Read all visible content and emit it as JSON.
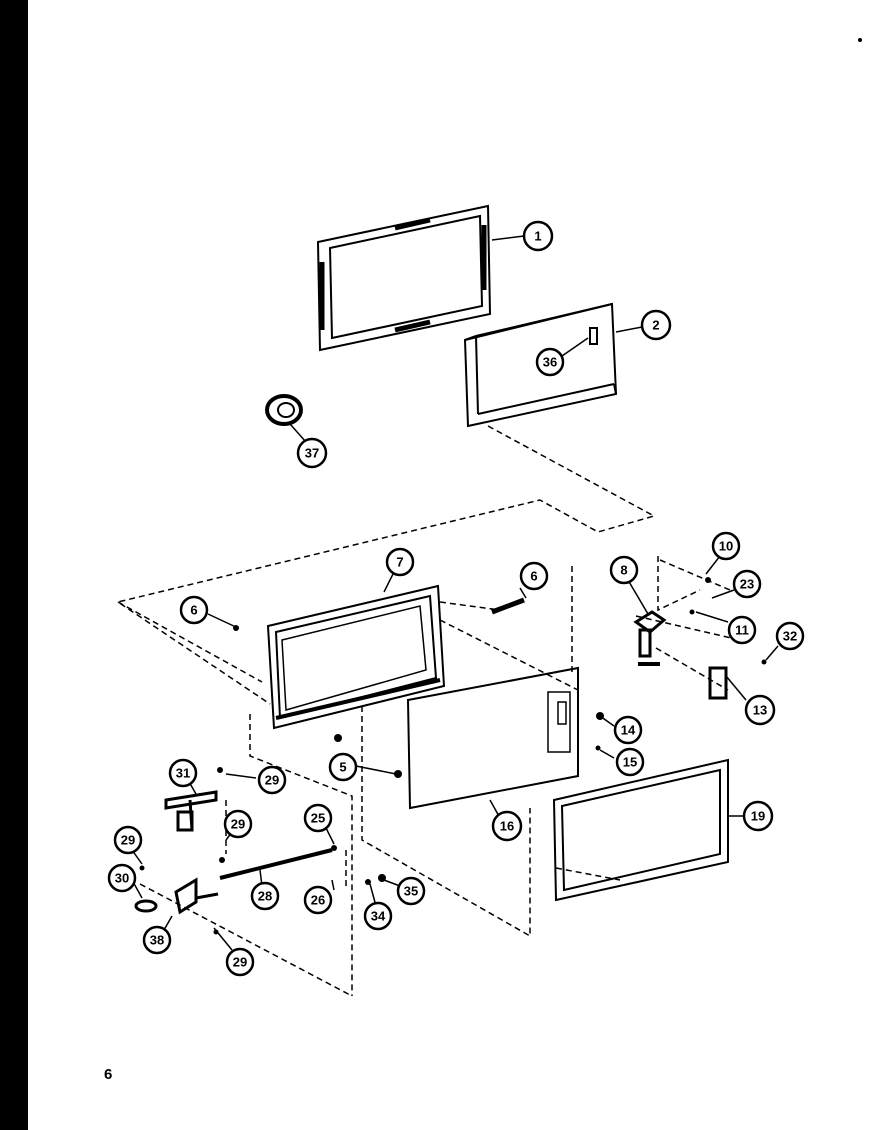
{
  "diagram": {
    "callouts": [
      {
        "id": "c-1",
        "label": "1"
      },
      {
        "id": "c-2",
        "label": "2"
      },
      {
        "id": "c-36",
        "label": "36"
      },
      {
        "id": "c-37",
        "label": "37"
      },
      {
        "id": "c-7",
        "label": "7"
      },
      {
        "id": "c-6a",
        "label": "6"
      },
      {
        "id": "c-6b",
        "label": "6"
      },
      {
        "id": "c-8",
        "label": "8"
      },
      {
        "id": "c-10",
        "label": "10"
      },
      {
        "id": "c-23",
        "label": "23"
      },
      {
        "id": "c-11",
        "label": "11"
      },
      {
        "id": "c-32",
        "label": "32"
      },
      {
        "id": "c-13",
        "label": "13"
      },
      {
        "id": "c-14",
        "label": "14"
      },
      {
        "id": "c-15",
        "label": "15"
      },
      {
        "id": "c-5",
        "label": "5"
      },
      {
        "id": "c-16",
        "label": "16"
      },
      {
        "id": "c-19",
        "label": "19"
      },
      {
        "id": "c-31",
        "label": "31"
      },
      {
        "id": "c-29a",
        "label": "29"
      },
      {
        "id": "c-29b",
        "label": "29"
      },
      {
        "id": "c-29c",
        "label": "29"
      },
      {
        "id": "c-29d",
        "label": "29"
      },
      {
        "id": "c-25",
        "label": "25"
      },
      {
        "id": "c-26",
        "label": "26"
      },
      {
        "id": "c-28",
        "label": "28"
      },
      {
        "id": "c-30",
        "label": "30"
      },
      {
        "id": "c-38",
        "label": "38"
      },
      {
        "id": "c-35",
        "label": "35"
      },
      {
        "id": "c-34",
        "label": "34"
      }
    ]
  },
  "page": {
    "number": "6"
  }
}
